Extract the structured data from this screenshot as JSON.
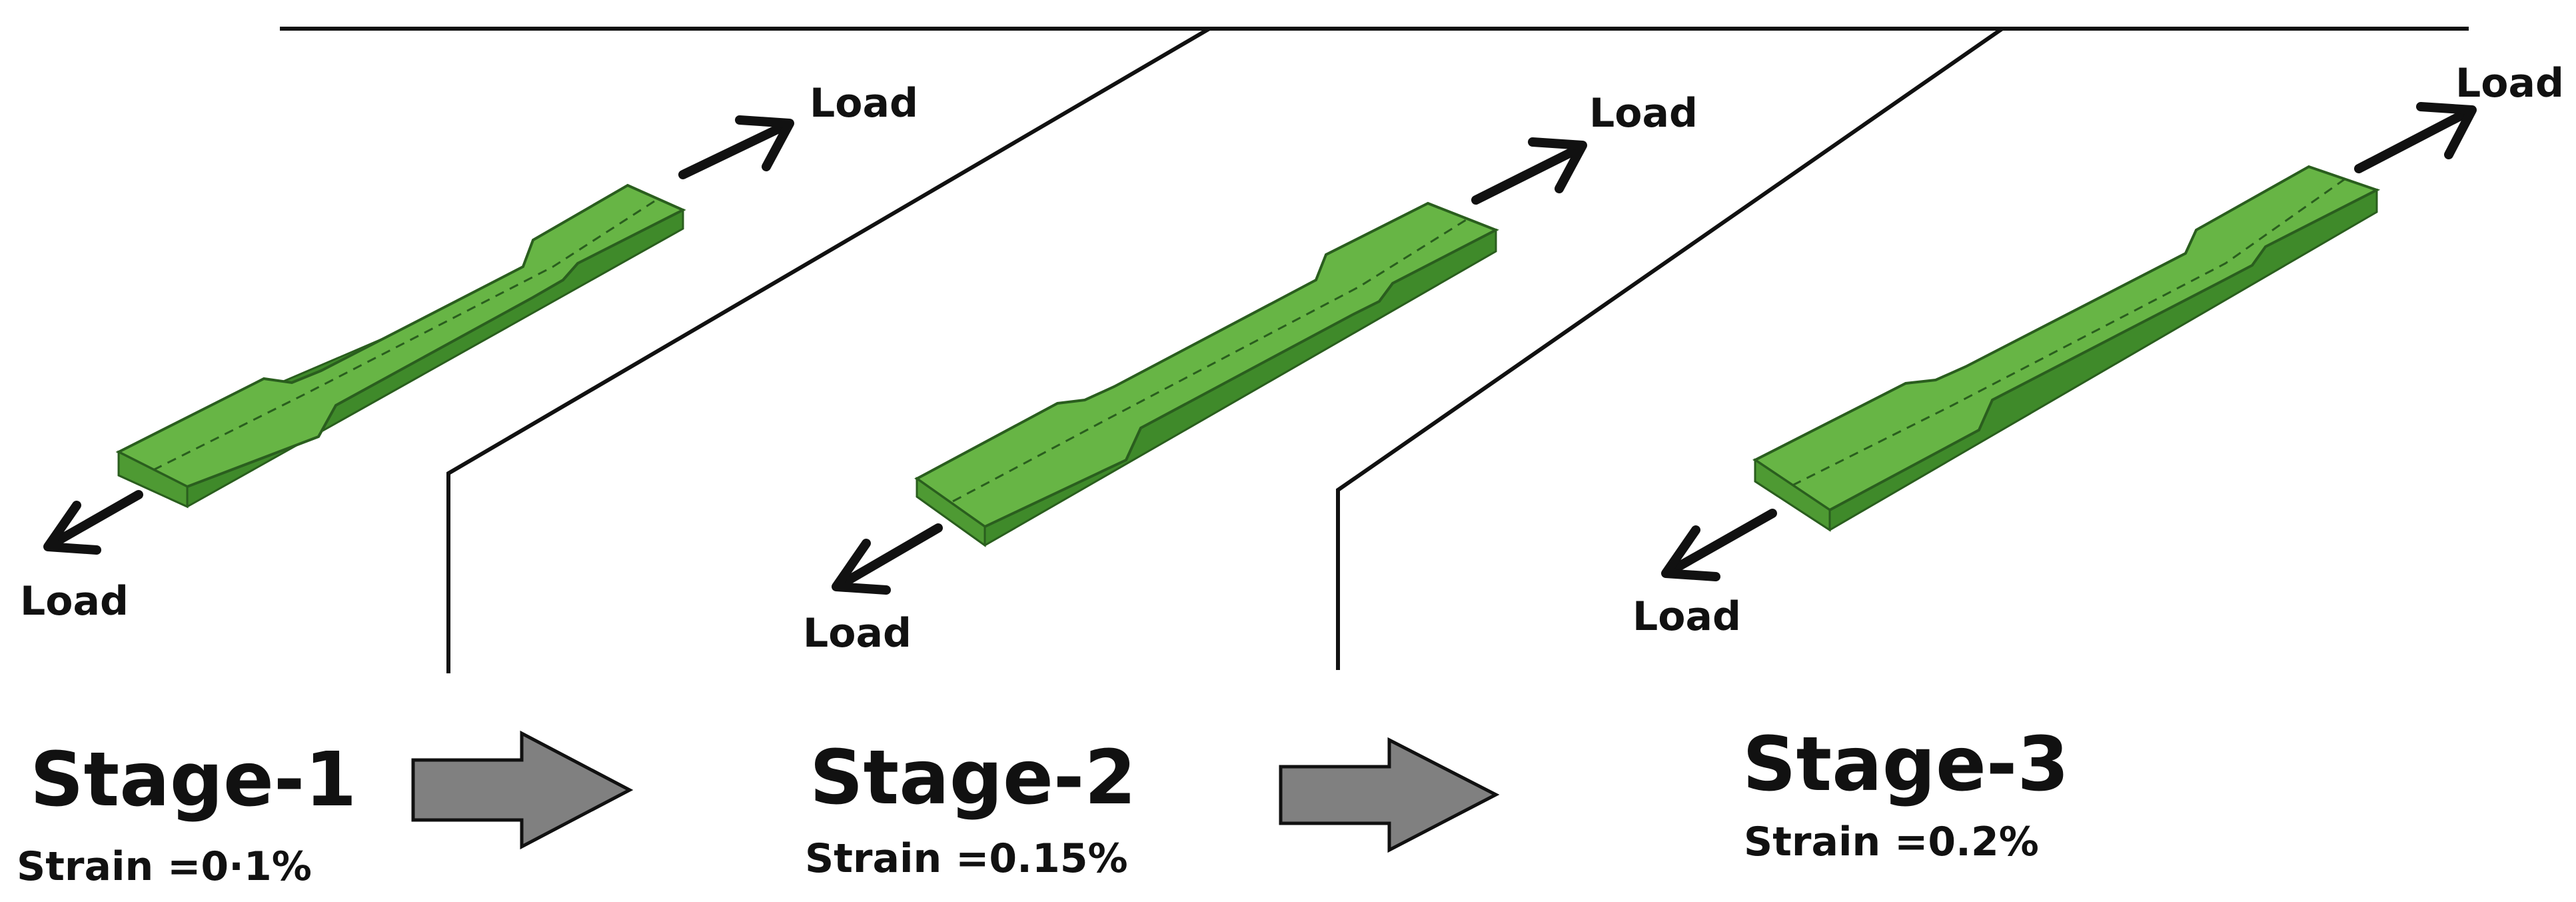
{
  "colors": {
    "specimen_top": "#67b545",
    "specimen_side": "#3f8a2a",
    "specimen_edge": "#2a5e1e",
    "progress_arrow": "#808080",
    "line": "#111111"
  },
  "icons": [
    "load-arrow",
    "progress-arrow"
  ],
  "stages": [
    {
      "title": "Stage-1",
      "strain": "Strain =0·1%",
      "load_top": "Load",
      "load_bottom": "Load"
    },
    {
      "title": "Stage-2",
      "strain": "Strain =0.15%",
      "load_top": "Load",
      "load_bottom": "Load"
    },
    {
      "title": "Stage-3",
      "strain": "Strain =0.2%",
      "load_top": "Load",
      "load_bottom": "Load"
    }
  ]
}
